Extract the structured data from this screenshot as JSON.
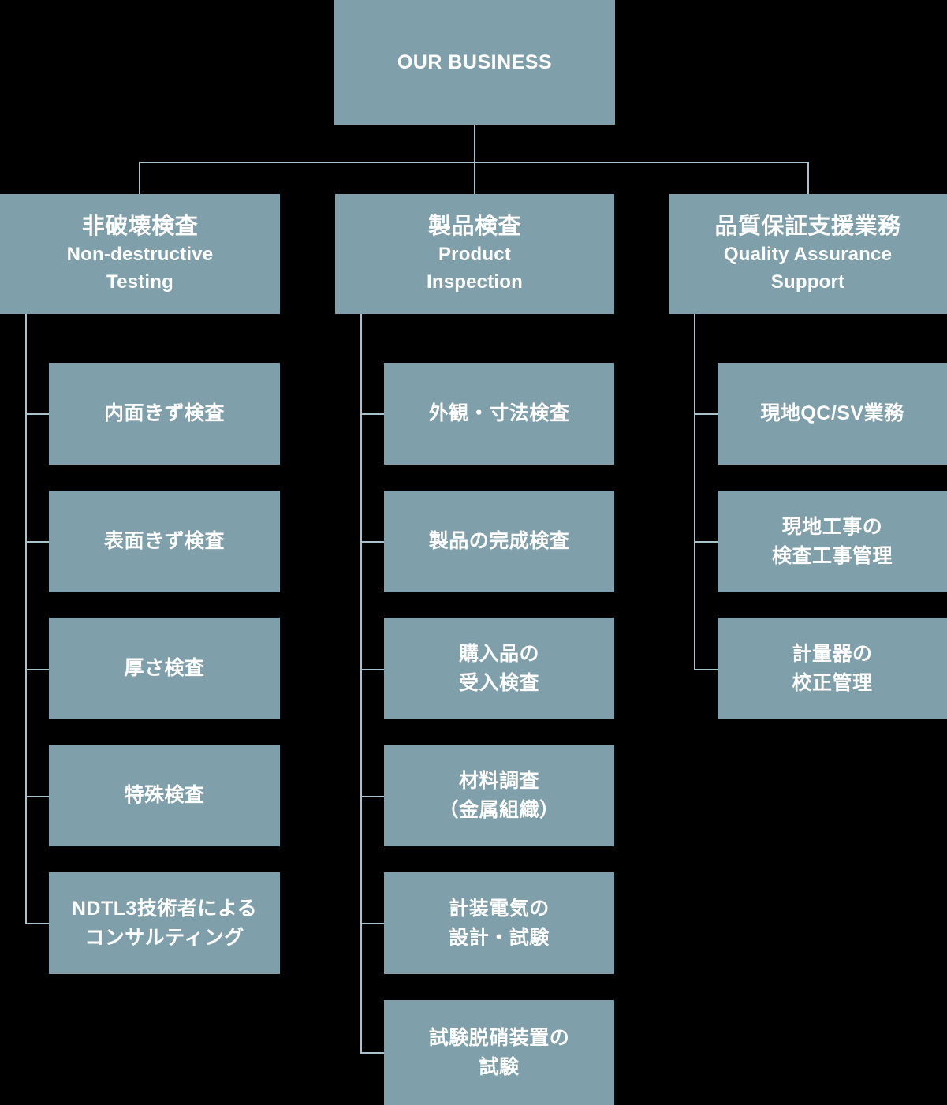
{
  "theme": {
    "background": "#000000",
    "box_fill": "#7f9faa",
    "text_color": "#ffffff",
    "connector_color": "#a9c3cc"
  },
  "chart_data": {
    "type": "diagram",
    "diagram_kind": "organizational-tree",
    "title": "OUR BUSINESS",
    "orientation": "top-down, three branch columns with vertical child spines",
    "root": {
      "label": "OUR BUSINESS"
    },
    "branches": [
      {
        "id": "non-destructive-testing",
        "jp": "非破壊検査",
        "en_lines": [
          "Non-destructive",
          "Testing"
        ],
        "children": [
          {
            "lines": [
              "内面きず検査"
            ]
          },
          {
            "lines": [
              "表面きず検査"
            ]
          },
          {
            "lines": [
              "厚さ検査"
            ]
          },
          {
            "lines": [
              "特殊検査"
            ]
          },
          {
            "lines": [
              "NDTL3技術者による",
              "コンサルティング"
            ]
          }
        ]
      },
      {
        "id": "product-inspection",
        "jp": "製品検査",
        "en_lines": [
          "Product",
          "Inspection"
        ],
        "children": [
          {
            "lines": [
              "外観・寸法検査"
            ]
          },
          {
            "lines": [
              "製品の完成検査"
            ]
          },
          {
            "lines": [
              "購入品の",
              "受入検査"
            ]
          },
          {
            "lines": [
              "材料調査",
              "（金属組織）"
            ]
          },
          {
            "lines": [
              "計装電気の",
              "設計・試験"
            ]
          },
          {
            "lines": [
              "試験脱硝装置の",
              "試験"
            ]
          }
        ]
      },
      {
        "id": "quality-assurance-support",
        "jp": "品質保証支援業務",
        "en_lines": [
          "Quality Assurance",
          "Support"
        ],
        "children": [
          {
            "lines": [
              "現地QC/SV業務"
            ]
          },
          {
            "lines": [
              "現地工事の",
              "検査工事管理"
            ]
          },
          {
            "lines": [
              "計量器の",
              "校正管理"
            ]
          }
        ]
      }
    ]
  }
}
